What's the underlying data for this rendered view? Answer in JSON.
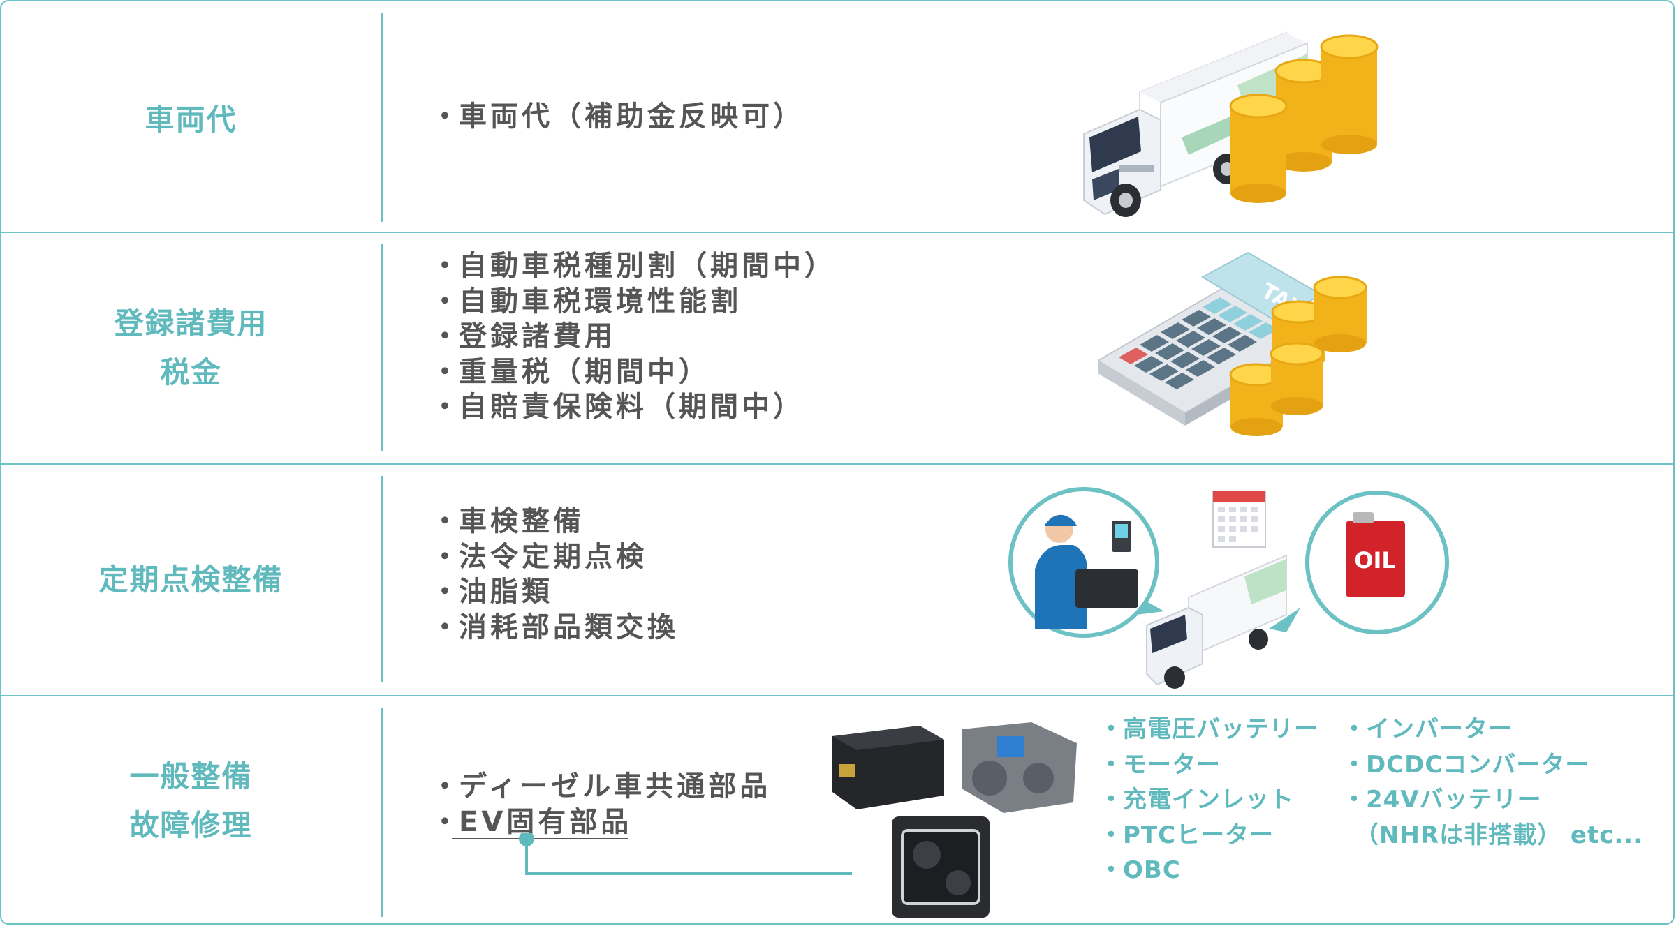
{
  "colors": {
    "accent": "#5fb9bd",
    "border": "#6cc1c4",
    "body_text": "#555555"
  },
  "rows": [
    {
      "category": [
        "車両代"
      ],
      "items": [
        "車両代（補助金反映可）"
      ],
      "illustration": "truck-with-coin-stacks"
    },
    {
      "category": [
        "登録諸費用",
        "税金"
      ],
      "items": [
        "自動車税種別割（期間中）",
        "自動車税環境性能割",
        "登録諸費用",
        "重量税（期間中）",
        "自賠責保険料（期間中）"
      ],
      "illustration": "tax-calculator-with-coins",
      "calculator_label": "TAX"
    },
    {
      "category": [
        "定期点検整備"
      ],
      "items": [
        "車検整備",
        "法令定期点検",
        "油脂類",
        "消耗部品類交換"
      ],
      "illustration": "mechanic-truck-calendar-oil",
      "oil_label": "OIL"
    },
    {
      "category": [
        "一般整備",
        "故障修理"
      ],
      "items": [
        "ディーゼル車共通部品",
        "EV固有部品"
      ],
      "illustration": "ev-components-photos",
      "ev_parts_col1": [
        "高電圧バッテリー",
        "モーター",
        "充電インレット",
        "PTCヒーター",
        "OBC"
      ],
      "ev_parts_col2": [
        "インバーター",
        "DCDCコンバーター",
        "24Vバッテリー"
      ],
      "ev_parts_col2_note": "（NHRは非搭載） etc..."
    }
  ]
}
